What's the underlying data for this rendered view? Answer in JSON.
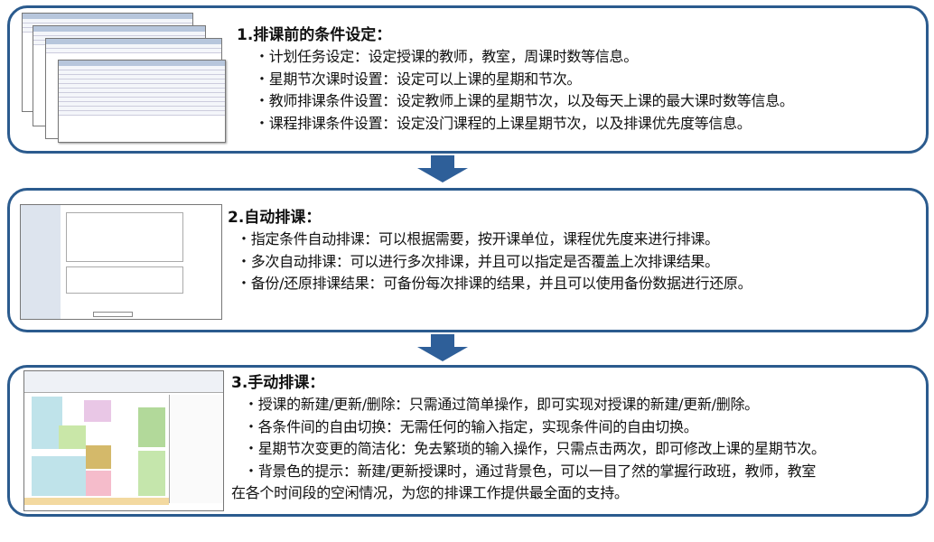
{
  "sections": [
    {
      "title": "1.排课前的条件设定：",
      "items": [
        "・计划任务设定：设定授课的教师，教室，周课时数等信息。",
        "・星期节次课时设置：设定可以上课的星期和节次。",
        "・教师排课条件设置：设定教师上课的星期节次，以及每天上课的最大课时数等信息。",
        "・课程排课条件设置：设定没门课程的上课星期节次，以及排课优先度等信息。"
      ]
    },
    {
      "title": "2.自动排课：",
      "items": [
        "・指定条件自动排课：可以根据需要，按开课单位，课程优先度来进行排课。",
        "・多次自动排课：可以进行多次排课，并且可以指定是否覆盖上次排课结果。",
        "・备份/还原排课结果：可备份每次排课的结果，并且可以使用备份数据进行还原。"
      ]
    },
    {
      "title": "3.手动排课：",
      "items": [
        "・授课的新建/更新/删除：只需通过简单操作，即可实现对授课的新建/更新/删除。",
        "・各条件间的自由切换：无需任何的输入指定，实现条件间的自由切换。",
        "・星期节次变更的简洁化：免去繁琐的输入操作，只需点击两次，即可修改上课的星期节次。",
        "・背景色的提示：新建/更新授课时，通过背景色，可以一目了然的掌握行政班，教师，教室",
        "在各个时间段的空闲情况，为您的排课工作提供最全面的支持。"
      ]
    }
  ],
  "colors": {
    "border": "#2b5b8e",
    "arrow": "#2e5f99"
  }
}
